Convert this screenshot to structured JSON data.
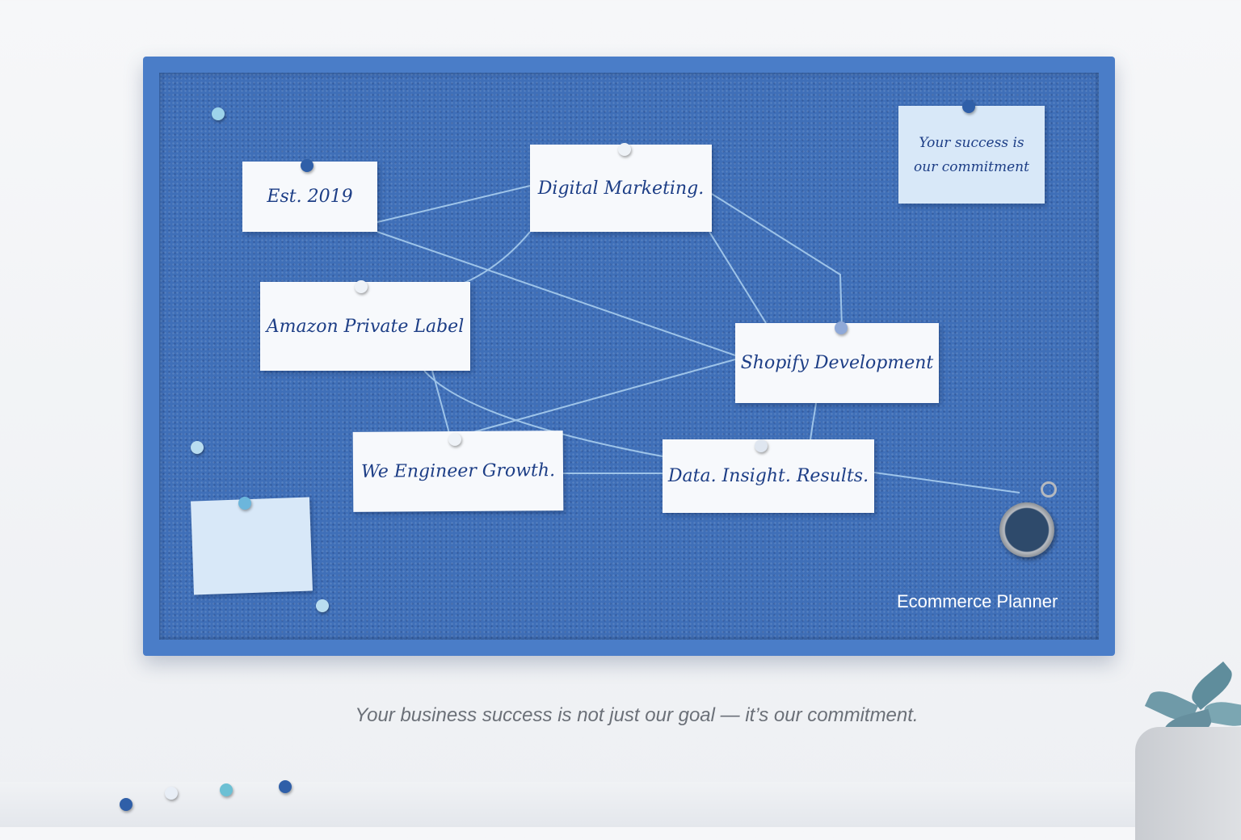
{
  "board": {
    "cards": [
      {
        "id": "est",
        "text": "Est. 2019"
      },
      {
        "id": "digital",
        "text": "Digital Marketing."
      },
      {
        "id": "amazon",
        "text": "Amazon Private Label"
      },
      {
        "id": "shopify",
        "text": "Shopify Development"
      },
      {
        "id": "growth",
        "text": "We Engineer Growth."
      },
      {
        "id": "data",
        "text": "Data. Insight. Results."
      }
    ],
    "note": {
      "line1": "Your success is",
      "line2": "our commitment"
    },
    "brand": "Ecommerce Planner"
  },
  "caption": "Your business success is not just our goal — it’s our commitment.",
  "colors": {
    "frame": "#4a7dc8",
    "cork": "#3f6fb8",
    "ink": "#1d3e86",
    "note": "#d8e8f8"
  }
}
